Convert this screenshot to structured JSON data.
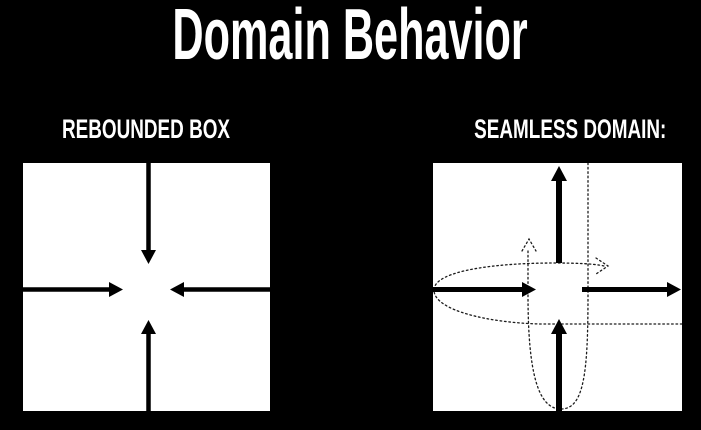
{
  "title": {
    "text": "Domain Behavior"
  },
  "panels": [
    {
      "label": "REBOUNDED BOX",
      "kind": "rebounded-box",
      "arrows": [
        "arrow-inward-from-top",
        "arrow-inward-from-left",
        "arrow-inward-from-right",
        "arrow-inward-from-bottom"
      ]
    },
    {
      "label": "SEAMLESS DOMAIN:",
      "kind": "seamless-domain",
      "solid_arrows": [
        "arrow-exit-top",
        "arrow-enter-from-left",
        "arrow-exit-right",
        "arrow-enter-from-bottom"
      ],
      "dotted_paths": [
        "wrap-loop-top-to-bottom",
        "wrap-loop-right-to-left",
        "chevron-up-reentry",
        "chevron-right-reentry"
      ]
    }
  ],
  "colors": {
    "background": "#000000",
    "text": "#ffffff",
    "panel": "#ffffff",
    "arrow": "#000000",
    "dotted": "#1c1c1c"
  }
}
